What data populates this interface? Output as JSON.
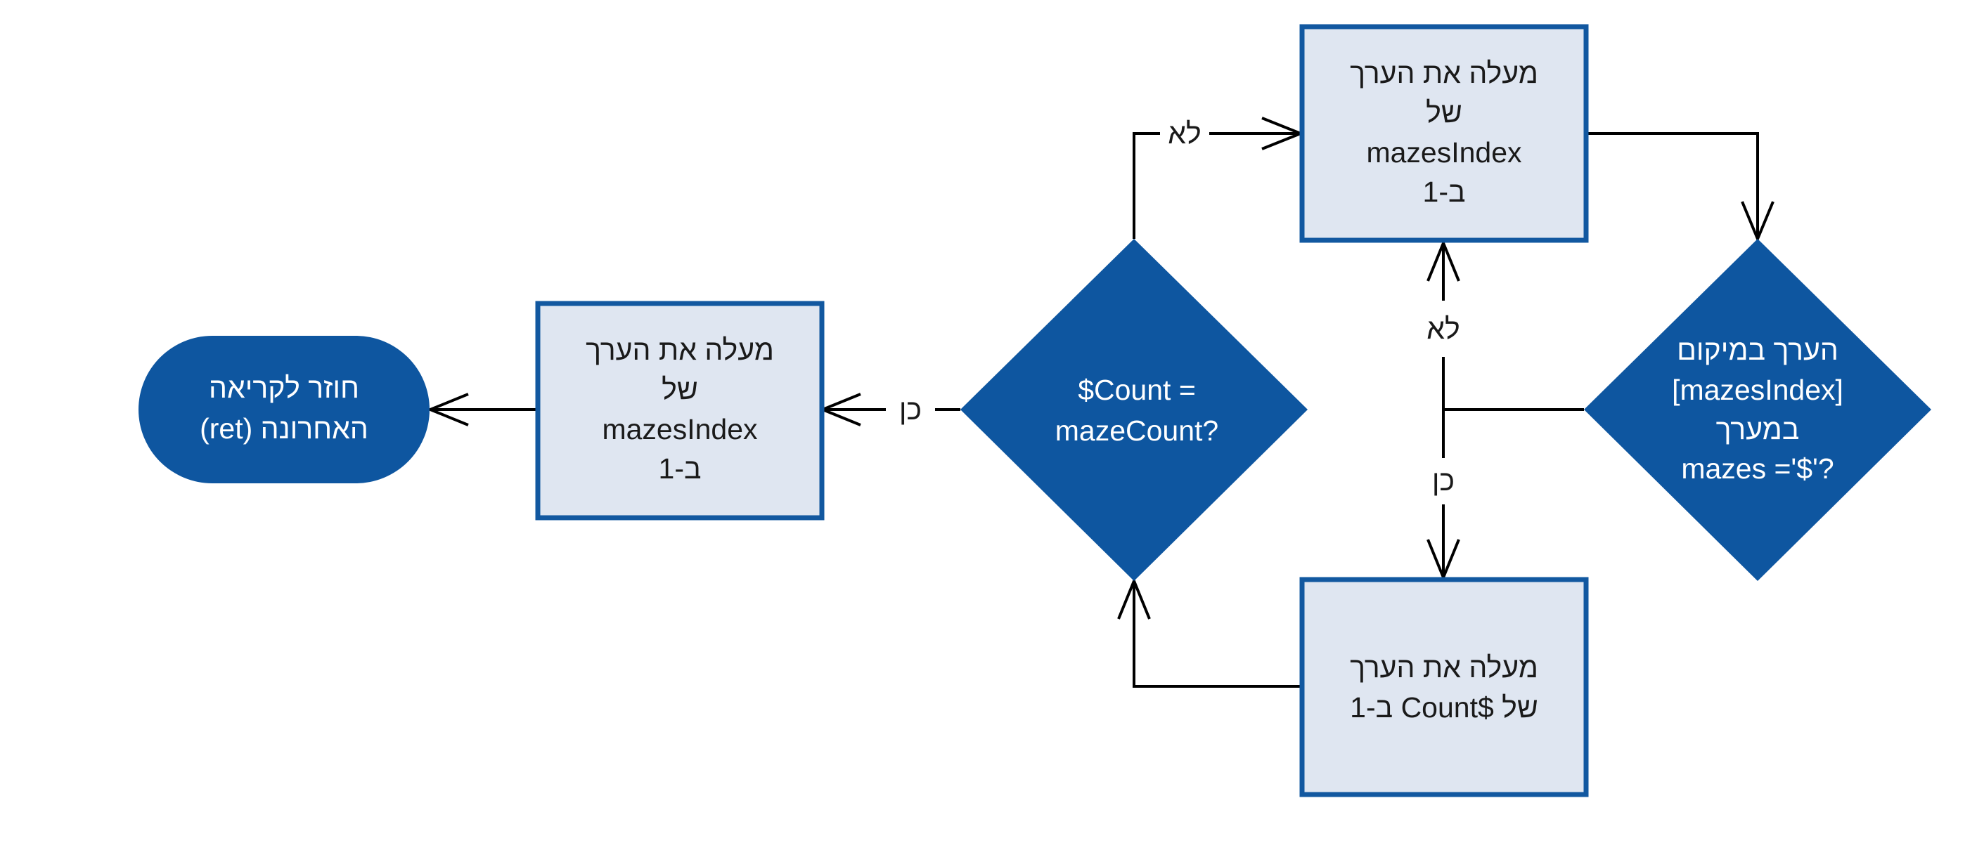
{
  "colors": {
    "box_fill": "#dfe6f1",
    "box_stroke": "#1258a0",
    "node_fill": "#0e56a0",
    "line": "#000000",
    "dark_text": "#1a1a1a",
    "light_text": "#ffffff"
  },
  "nodes": {
    "return_node": {
      "lines": [
        "חוזר לקריאה",
        "האחרונה (ret)"
      ]
    },
    "decrement_index_box": {
      "lines": [
        "מעלה את הערך",
        "של",
        "mazesIndex",
        "ב-1"
      ]
    },
    "count_decision": {
      "lines": [
        "$Count =",
        "mazeCount?"
      ]
    },
    "increment_index_box": {
      "lines": [
        "מעלה את הערך",
        "של",
        "mazesIndex",
        "ב-1"
      ]
    },
    "maze_value_decision": {
      "lines": [
        "הערך במיקום",
        "[mazesIndex]",
        "במערך",
        "mazes ='$'?"
      ]
    },
    "increment_count_box": {
      "lines": [
        "מעלה את הערך",
        "של $Count ב-1"
      ]
    }
  },
  "edge_labels": {
    "count_yes": "כן",
    "count_no": "לא",
    "maze_no": "לא",
    "maze_yes": "כן"
  }
}
